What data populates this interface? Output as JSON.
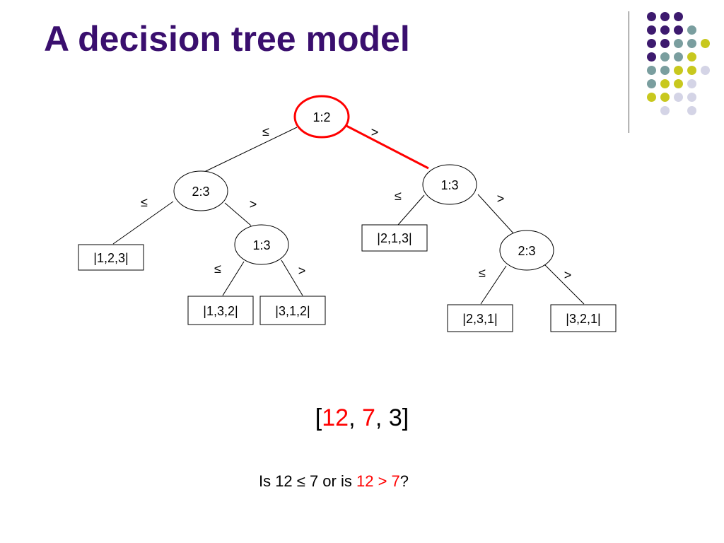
{
  "slide": {
    "title": "A decision tree model"
  },
  "decoration": {
    "dot_colors": {
      "purple": "#3d1a6e",
      "teal": "#7a9e9f",
      "yellow": "#c8c81e",
      "lavender": "#d4d4e6"
    }
  },
  "tree": {
    "highlight_color": "#ff0000",
    "nodes": {
      "root": "1:2",
      "left": "2:3",
      "left_right": "1:3",
      "right": "1:3",
      "right_right": "2:3"
    },
    "leaves": {
      "l123": "|1,2,3|",
      "l132": "|1,3,2|",
      "l312": "|3,1,2|",
      "l213": "|2,1,3|",
      "l231": "|2,3,1|",
      "l321": "|3,2,1|"
    },
    "edge_labels": {
      "le": "≤",
      "gt": ">"
    }
  },
  "example": {
    "open": "[",
    "a": "12",
    "sep1": ", ",
    "b": "7",
    "sep2": ", ",
    "c": "3",
    "close": "]"
  },
  "question": {
    "prefix": "Is 12 ≤ 7 or is ",
    "highlight": "12 > 7",
    "suffix": "?"
  }
}
